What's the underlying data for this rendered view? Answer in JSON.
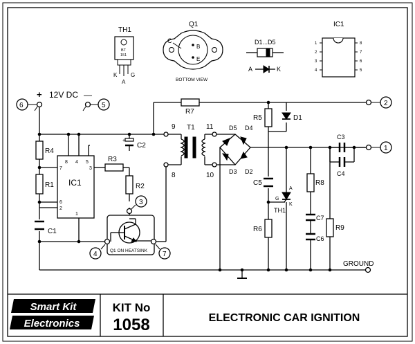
{
  "header": {
    "th1": "TH1",
    "th1_code1": "BT",
    "th1_code2": "151",
    "th1_pin_k": "K",
    "th1_pin_g": "G",
    "th1_pin_a": "A",
    "q1": "Q1",
    "q1_b": "B",
    "q1_e": "E",
    "q1_c": "C",
    "q1_view": "BOTTOM VIEW",
    "diodes": "D1...D5",
    "diode_a": "A",
    "diode_k": "K",
    "ic1": "IC1",
    "ic_pins_left": [
      "1",
      "2",
      "3",
      "4"
    ],
    "ic_pins_right": [
      "8",
      "7",
      "6",
      "5"
    ]
  },
  "supply": {
    "plus": "+",
    "label": "12V DC",
    "minus": "—"
  },
  "terminals": {
    "t6": "6",
    "t5": "5",
    "t2": "2",
    "t1": "1",
    "t3": "3",
    "t4": "4",
    "t7": "7"
  },
  "components": {
    "r4": "R4",
    "r1": "R1",
    "c1": "C1",
    "ic1": "IC1",
    "ic_pins": {
      "p8": "8",
      "p4": "4",
      "p5": "5",
      "p7": "7",
      "p3": "3",
      "p6": "6",
      "p2": "2",
      "p1": "1"
    },
    "r3": "R3",
    "r2": "R2",
    "c2": "C2",
    "q1_heatsink": "Q1 ON HEATSINK",
    "r7": "R7",
    "t1": "T1",
    "t1_pins": {
      "p9": "9",
      "p11": "11",
      "p8": "8",
      "p10": "10"
    },
    "d5": "D5",
    "d4": "D4",
    "d3": "D3",
    "d2": "D2",
    "r5": "R5",
    "d1": "D1",
    "c5": "C5",
    "r6": "R6",
    "th1": "TH1",
    "th1_a": "A",
    "th1_g": "G",
    "th1_k": "K",
    "r8": "R8",
    "c7": "C7",
    "c6": "C6",
    "r9": "R9",
    "c3": "C3",
    "c4": "C4",
    "ground": "GROUND"
  },
  "footer": {
    "logo_line1": "Smart Kit",
    "logo_line2": "Electronics",
    "kit_label": "KIT No",
    "kit_number": "1058",
    "title": "ELECTRONIC CAR IGNITION"
  },
  "colors": {
    "ink": "#000000",
    "paper": "#ffffff"
  }
}
